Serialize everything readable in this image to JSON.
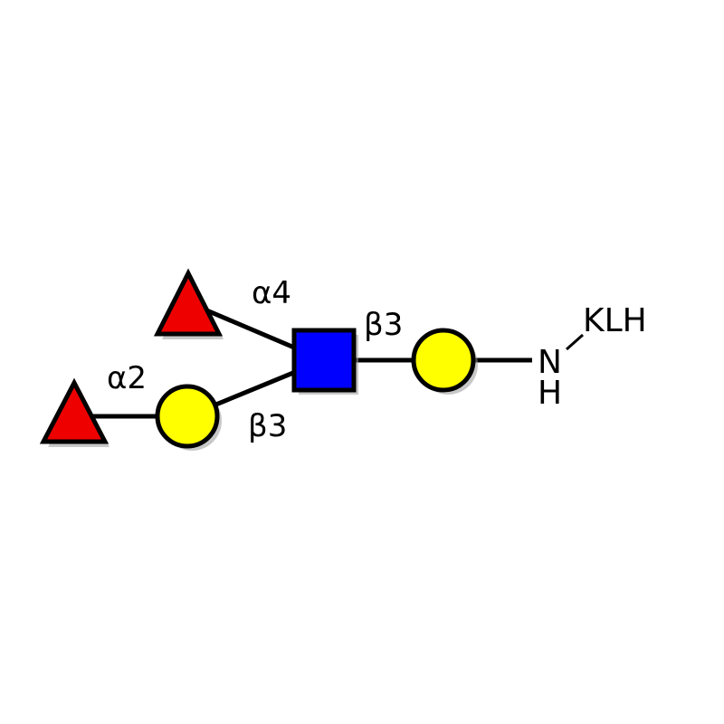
{
  "residues": {
    "fucose_upper": {
      "name": "Fuc",
      "shape": "triangle",
      "color": "#ee0000"
    },
    "fucose_lower": {
      "name": "Fuc",
      "shape": "triangle",
      "color": "#ee0000"
    },
    "galactose_branch": {
      "name": "Gal",
      "shape": "circle",
      "color": "#ffff00"
    },
    "glcnac": {
      "name": "GlcNAc",
      "shape": "square",
      "color": "#0000ff"
    },
    "galactose_root": {
      "name": "Gal",
      "shape": "circle",
      "color": "#ffff00"
    }
  },
  "linkages": {
    "fuc_upper_to_glcnac": "α4",
    "fuc_lower_to_gal": "α2",
    "gal_to_glcnac": "β3",
    "glcnac_to_gal": "β3"
  },
  "aglycone": {
    "nitrogen": "N",
    "hydrogen": "H",
    "carrier": "KLH"
  }
}
